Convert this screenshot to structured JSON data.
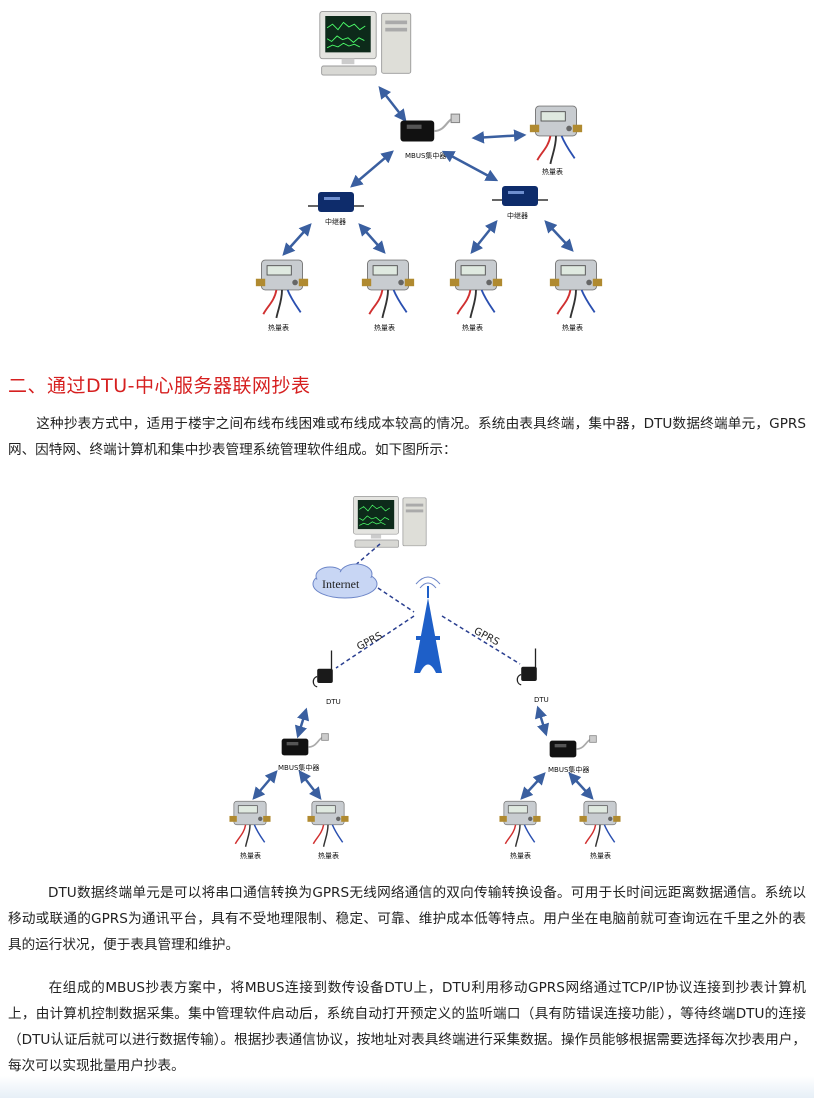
{
  "figure1": {
    "mbus_label": "MBUS集中器",
    "repeater_label": "中继器",
    "meter_label": "热量表"
  },
  "section": {
    "heading": "二、通过DTU-中心服务器联网抄表",
    "intro": "这种抄表方式中，适用于楼宇之间布线布线困难或布线成本较高的情况。系统由表具终端，集中器，DTU数据终端单元，GPRS网、因特网、终端计算机和集中抄表管理系统管理软件组成。如下图所示："
  },
  "figure2": {
    "internet_label": "Internet",
    "gprs_label": "GPRS",
    "dtu_label": "DTU",
    "mbus_label": "MBUS集中器",
    "meter_label": "热量表"
  },
  "paragraphs": {
    "p1": "DTU数据终端单元是可以将串口通信转换为GPRS无线网络通信的双向传输转换设备。可用于长时间远距离数据通信。系统以移动或联通的GPRS为通讯平台，具有不受地理限制、稳定、可靠、维护成本低等特点。用户坐在电脑前就可查询远在千里之外的表具的运行状况，便于表具管理和维护。",
    "p2": "在组成的MBUS抄表方案中，将MBUS连接到数传设备DTU上，DTU利用移动GPRS网络通过TCP/IP协议连接到抄表计算机上，由计算机控制数据采集。集中管理软件启动后，系统自动打开预定义的监听端口（具有防错误连接功能），等待终端DTU的连接（DTU认证后就可以进行数据传输）。根据抄表通信协议，按地址对表具终端进行采集数据。操作员能够根据需要选择每次抄表用户，每次可以实现批量用户抄表。"
  },
  "colors": {
    "heading": "#d62020",
    "arrow": "#3a5fa0",
    "dash": "#2a3f90",
    "tower": "#1e5fc8"
  }
}
